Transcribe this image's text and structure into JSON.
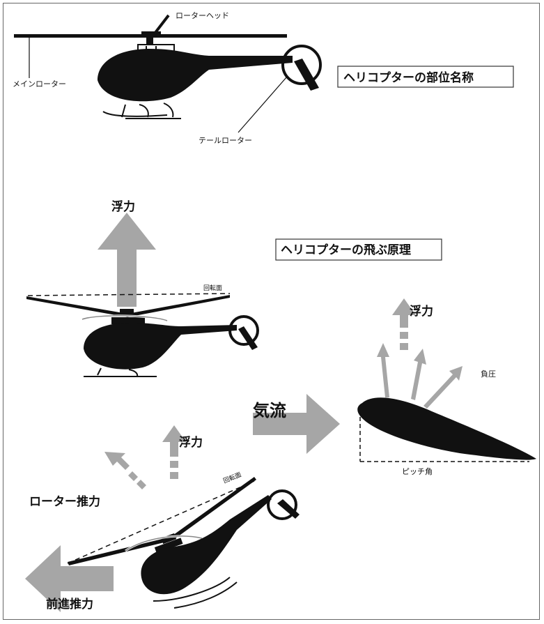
{
  "labels": {
    "rotor_head": "ローターヘッド",
    "main_rotor": "メインローター",
    "tail_rotor": "テールローター",
    "parts_title": "ヘリコプターの部位名称",
    "principle_title": "ヘリコプターの飛ぶ原理",
    "lift_top": "浮力",
    "rotation_plane_top": "回転面",
    "airfoil_lift": "浮力",
    "negative_pressure": "負圧",
    "airflow": "気流",
    "pitch_angle": "ピッチ角",
    "lift_tilted": "浮力",
    "rotor_thrust": "ローター推力",
    "rotation_plane_tilted": "回転面",
    "forward_thrust": "前進推力"
  },
  "colors": {
    "body": "#111111",
    "arrow_gray": "#a6a6a6",
    "border": "#666666"
  }
}
